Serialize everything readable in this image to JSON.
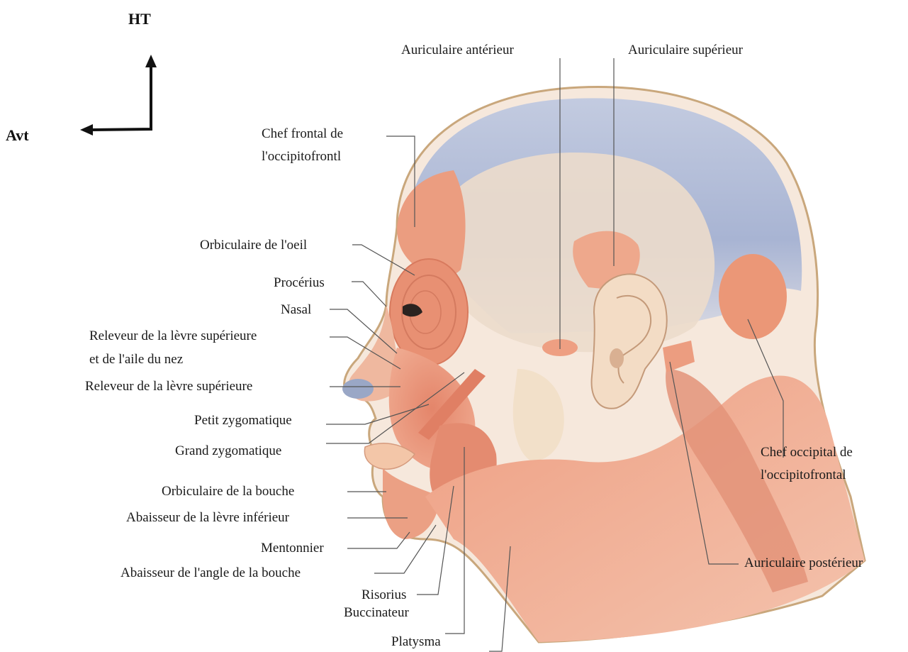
{
  "orientation": {
    "up": "HT",
    "front": "Avt"
  },
  "labels": {
    "auriculaire_anterieur": "Auriculaire antérieur",
    "auriculaire_superieur": "Auriculaire supérieur",
    "chef_frontal_1": "Chef frontal de",
    "chef_frontal_2": "l'occipitofrontl",
    "orbiculaire_oeil": "Orbiculaire de l'oeil",
    "procerius": "Procérius",
    "nasal": "Nasal",
    "releveur_aile_1": "Releveur de la lèvre supérieure",
    "releveur_aile_2": "et de l'aile du nez",
    "releveur_levre": "Releveur de la lèvre supérieure",
    "petit_zygomatique": "Petit zygomatique",
    "grand_zygomatique": "Grand zygomatique",
    "orbiculaire_bouche": "Orbiculaire de la bouche",
    "abaisseur_levre": "Abaisseur de la lèvre inférieur",
    "mentonnier": "Mentonnier",
    "abaisseur_angle": "Abaisseur de l'angle de la bouche",
    "risorius": "Risorius",
    "buccinateur": "Buccinateur",
    "platysma": "Platysma",
    "chef_occipital_1": "Chef occipital de",
    "chef_occipital_2": "l'occipitofrontal",
    "auriculaire_posterieur": "Auriculaire postérieur"
  },
  "colors": {
    "skin_outline": "#c9a77c",
    "muscle": "#e8957a",
    "muscle_light": "#f0b49c",
    "aponeurosis": "#9aa7c6",
    "bone": "#ead9c4",
    "leader": "#555555"
  }
}
